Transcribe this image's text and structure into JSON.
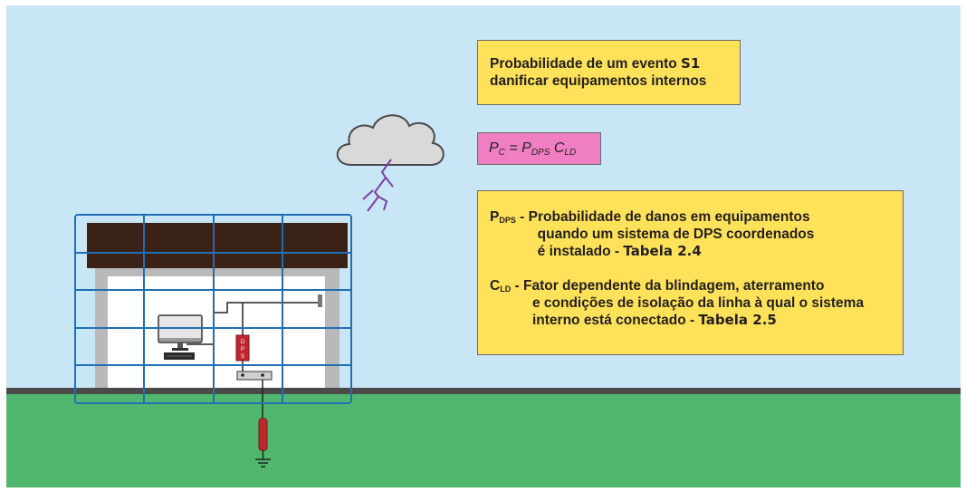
{
  "title": {
    "line1_prefix": "Probabilidade de um evento ",
    "line1_bold": "S1",
    "line2": "danificar equipamentos internos"
  },
  "formula": {
    "p": "P",
    "c": "C",
    "eq": " = ",
    "p2": "P",
    "dps_sub": "DPS",
    "sp": " ",
    "c2": "C",
    "ld_sub": "LD"
  },
  "definitions": [
    {
      "symbol": "P",
      "subscript": "DPS",
      "dash": " - ",
      "lines": [
        "Probabilidade de danos em equipamentos",
        "quando um sistema de DPS coordenados",
        "é instalado - "
      ],
      "table_ref": "Tabela 2.4"
    },
    {
      "symbol": "C",
      "subscript": "LD",
      "dash": " - ",
      "lines": [
        "Fator dependente da blindagem, aterramento",
        "e condições de isolação da linha à qual o sistema",
        "interno está conectado - "
      ],
      "table_ref": "Tabela 2.5"
    }
  ],
  "dps_label": {
    "l1": "D",
    "l2": "P",
    "l3": "S"
  },
  "colors": {
    "sky": "#c8e6f6",
    "ground": "#50b86e",
    "ground_line": "#4a4a4a",
    "roof": "#3b2216",
    "mesh": "#1f6fb5",
    "info_yellow": "#ffe25a",
    "formula_pink": "#f07ec3",
    "lightning": "#7b3fa0",
    "dps_red": "#c0272d"
  },
  "icons": [
    "cloud-icon",
    "lightning-icon",
    "computer-monitor-icon",
    "keyboard-icon",
    "dps-surge-protector-icon",
    "ground-electrode-icon",
    "ground-symbol-icon"
  ]
}
